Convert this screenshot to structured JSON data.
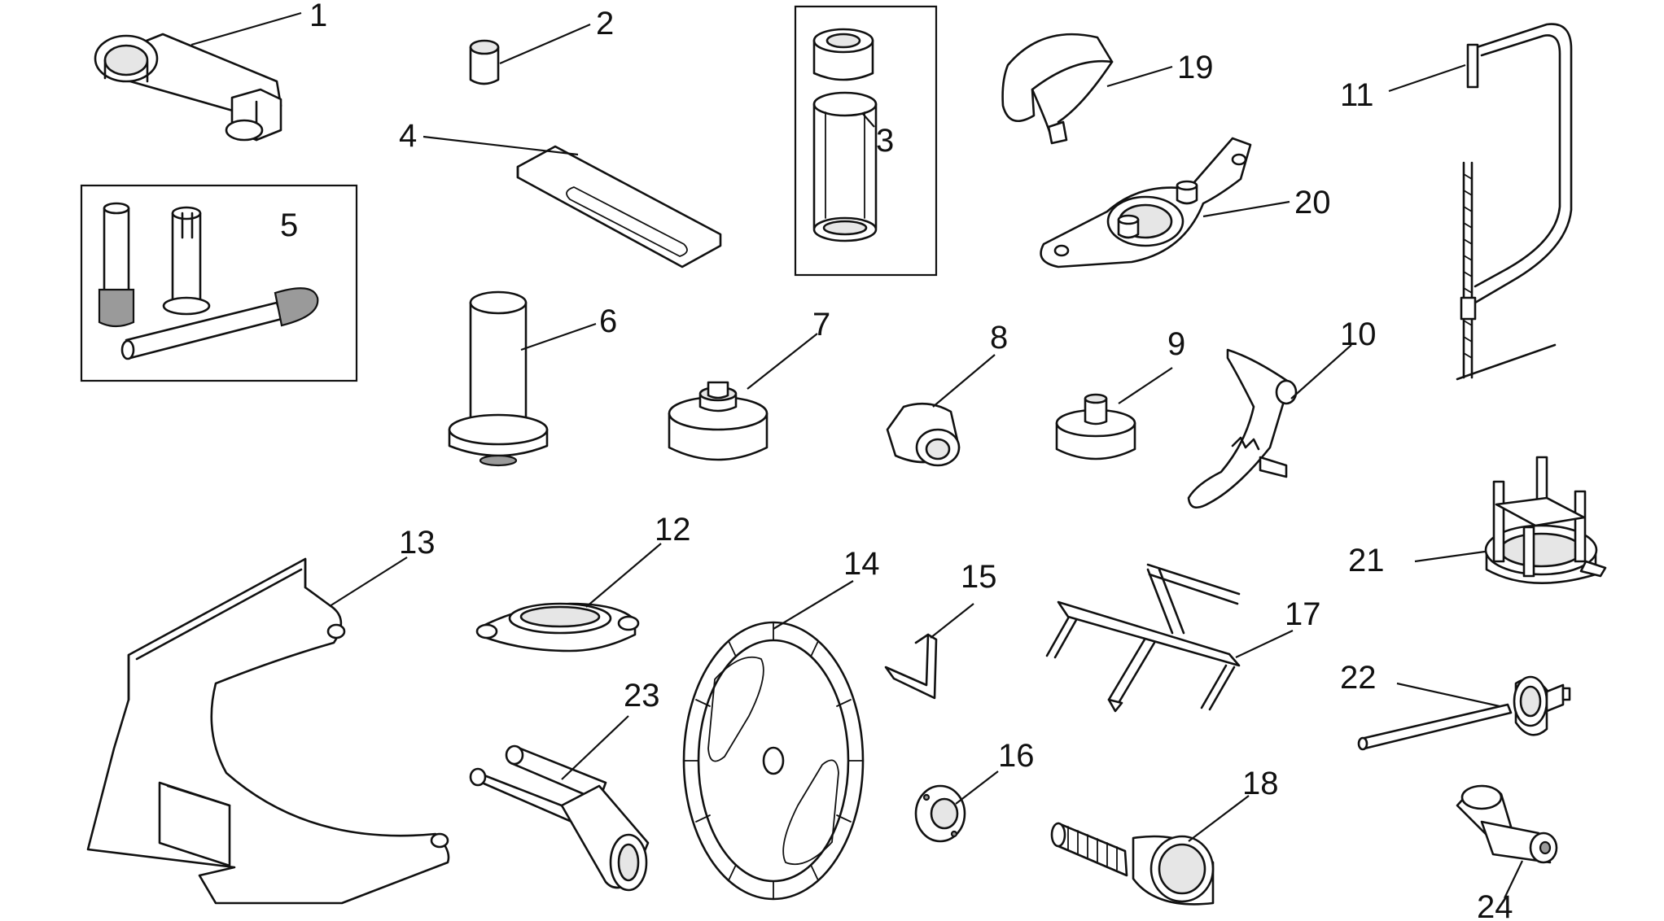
{
  "labels": [
    {
      "id": "1",
      "text": "1"
    },
    {
      "id": "2",
      "text": "2"
    },
    {
      "id": "3",
      "text": "3"
    },
    {
      "id": "4",
      "text": "4"
    },
    {
      "id": "5",
      "text": "5"
    },
    {
      "id": "6",
      "text": "6"
    },
    {
      "id": "7",
      "text": "7"
    },
    {
      "id": "8",
      "text": "8"
    },
    {
      "id": "9",
      "text": "9"
    },
    {
      "id": "10",
      "text": "10"
    },
    {
      "id": "11",
      "text": "11"
    },
    {
      "id": "12",
      "text": "12"
    },
    {
      "id": "13",
      "text": "13"
    },
    {
      "id": "14",
      "text": "14"
    },
    {
      "id": "15",
      "text": "15"
    },
    {
      "id": "16",
      "text": "16"
    },
    {
      "id": "17",
      "text": "17"
    },
    {
      "id": "18",
      "text": "18"
    },
    {
      "id": "19",
      "text": "19"
    },
    {
      "id": "20",
      "text": "20"
    },
    {
      "id": "21",
      "text": "21"
    },
    {
      "id": "22",
      "text": "22"
    },
    {
      "id": "23",
      "text": "23"
    },
    {
      "id": "24",
      "text": "24"
    }
  ]
}
